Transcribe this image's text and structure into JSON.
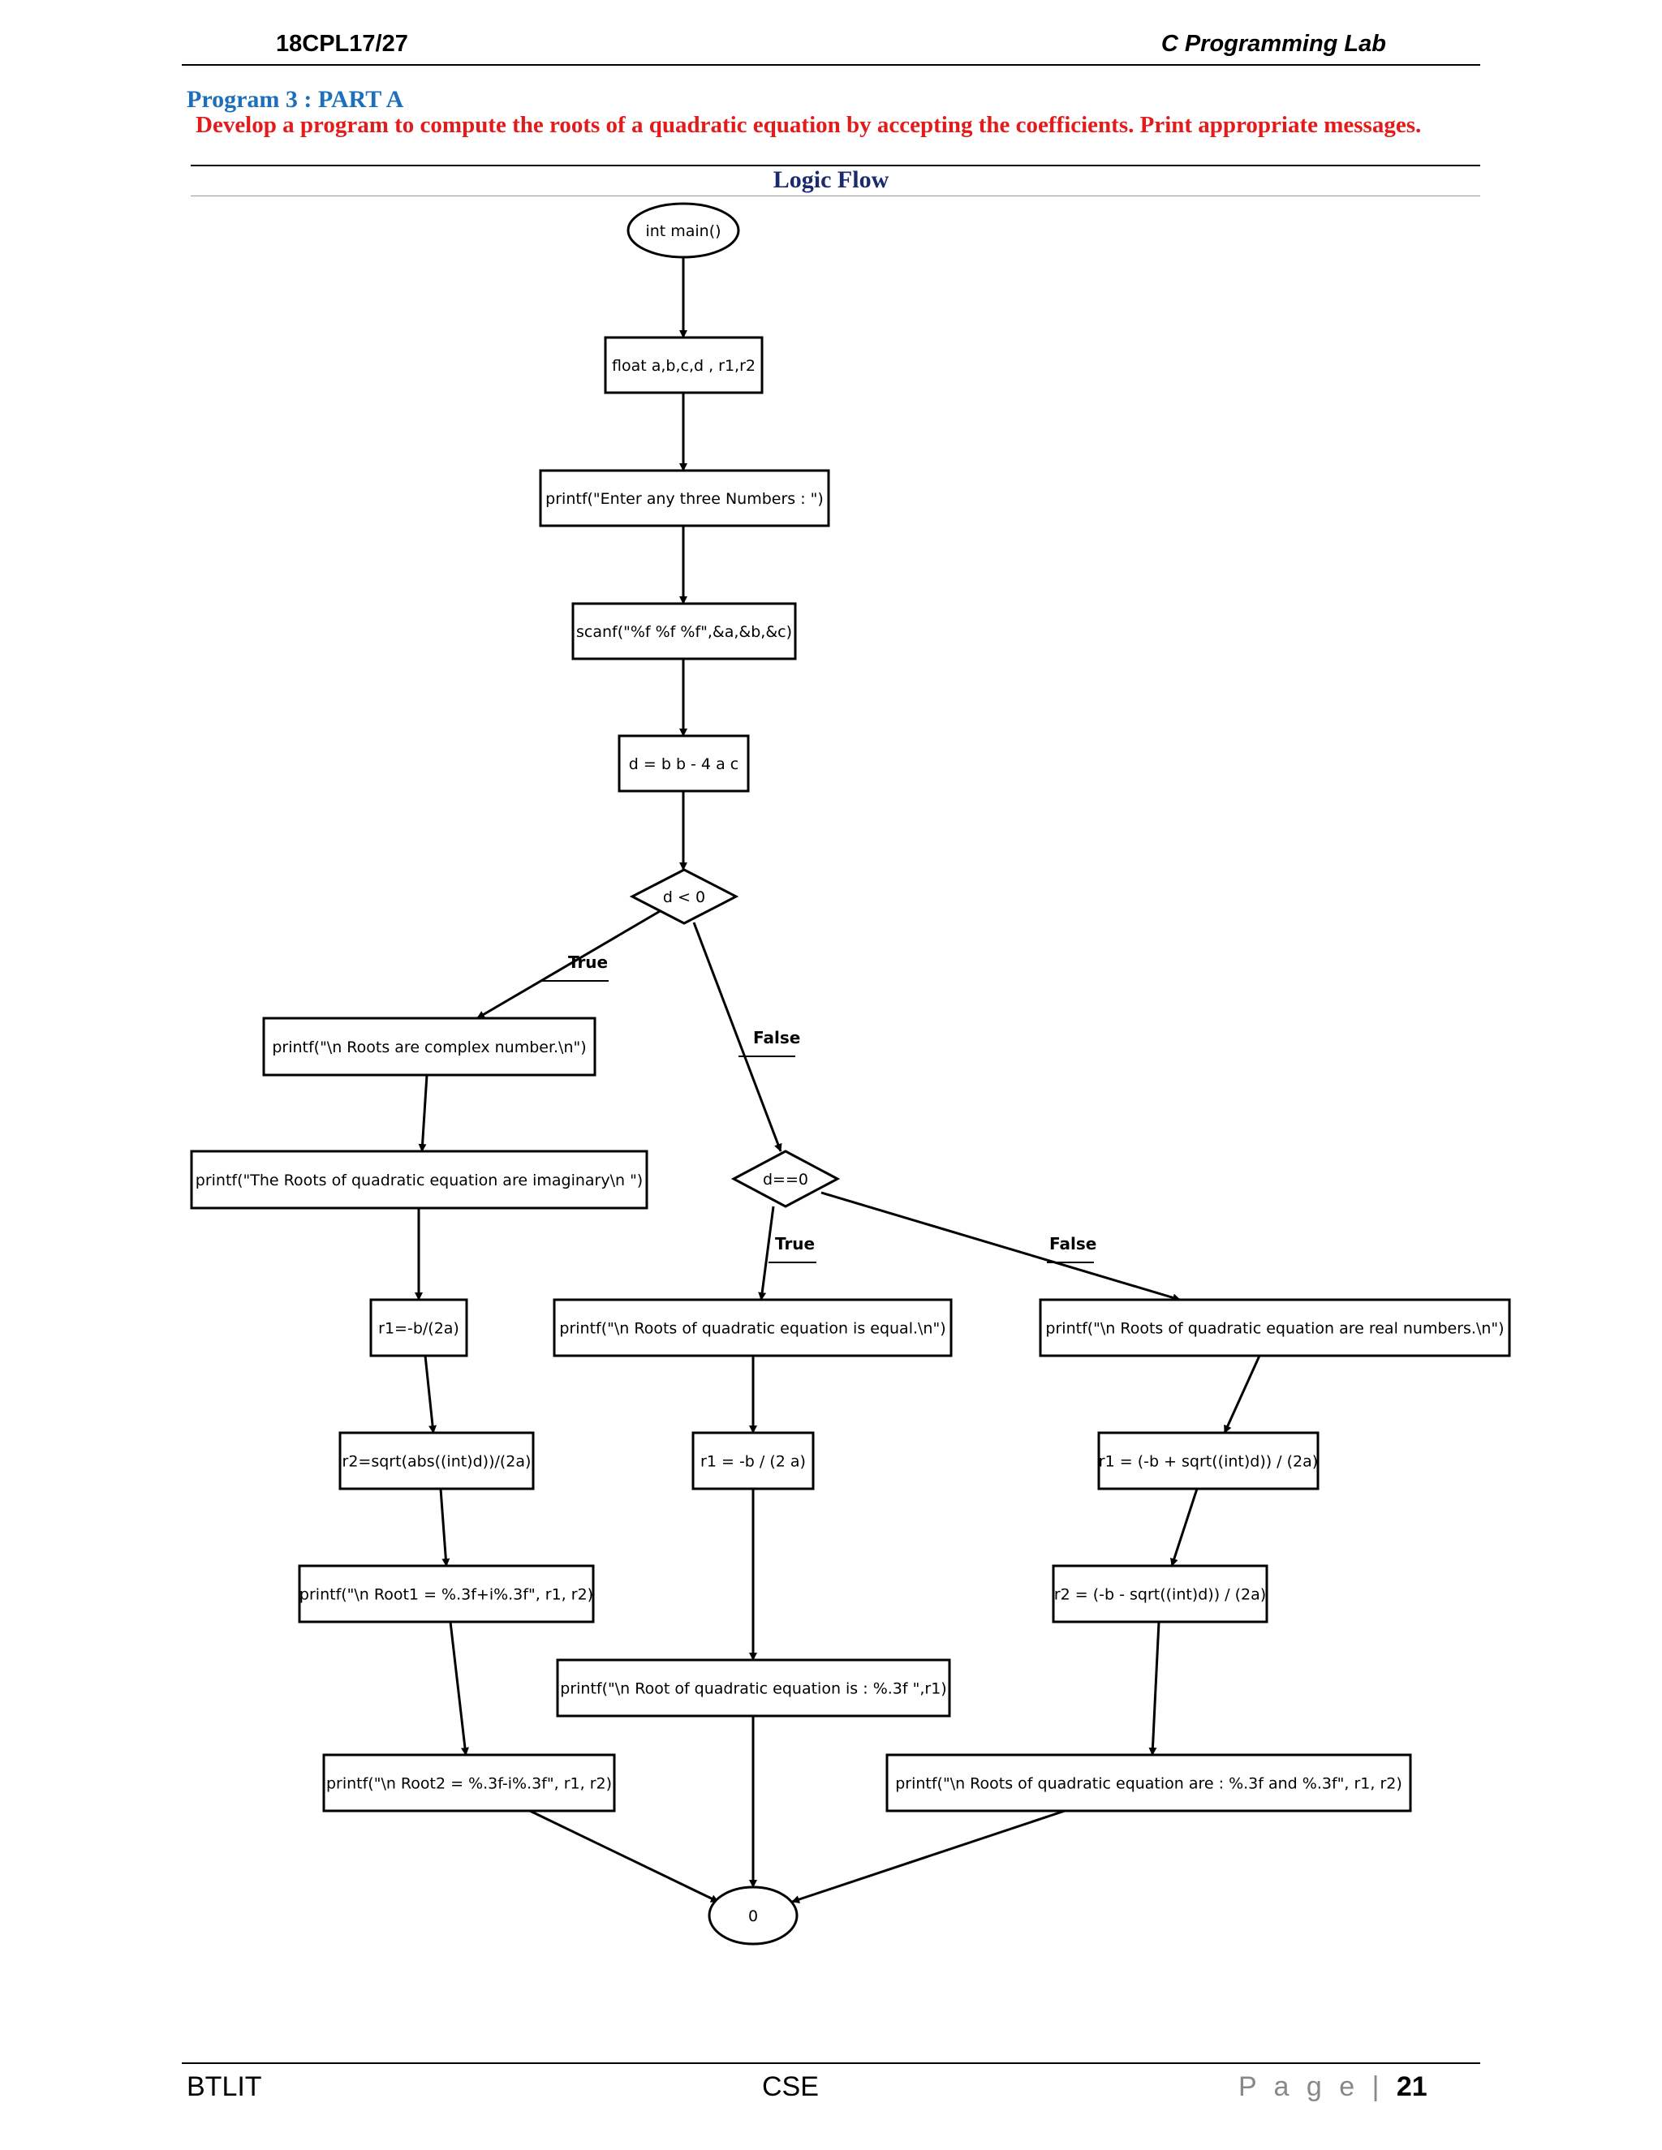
{
  "header": {
    "left": "18CPL17/27",
    "right": "C Programming Lab"
  },
  "program": {
    "title": "Program 3 : PART A",
    "description": "Develop a program to compute the roots of a quadratic equation by accepting the coefficients. Print appropriate messages."
  },
  "section_title": "Logic Flow",
  "flowchart": {
    "nodes": {
      "start": "int main()",
      "declare": "float a,b,c,d , r1,r2",
      "prompt": "printf(\"Enter any three Numbers : \")",
      "scan": "scanf(\"%f %f %f\",&a,&b,&c)",
      "discriminant": "d = b  b - 4  a  c",
      "cond_negative": "d < 0",
      "complex_msg": "printf(\"\\n Roots are complex number.\\n\")",
      "imaginary_msg": "printf(\"The Roots of quadratic equation are imaginary\\n \")",
      "cond_zero": "d==0",
      "real_part": "r1=-b/(2a)",
      "imag_part": "r2=sqrt(abs((int)d))/(2a)",
      "print_root1_complex": "printf(\"\\n Root1 = %.3f+i%.3f\", r1, r2)",
      "print_root2_complex": "printf(\"\\n Root2 = %.3f-i%.3f\", r1, r2)",
      "equal_msg": "printf(\"\\n Roots of quadratic equation is equal.\\n\")",
      "equal_root": "r1 = -b / (2  a)",
      "print_equal_root": "printf(\"\\n Root of quadratic equation is : %.3f \",r1)",
      "real_msg": "printf(\"\\n Roots of quadratic equation are real numbers.\\n\")",
      "real_root1": "r1 = (-b + sqrt((int)d)) / (2a)",
      "real_root2": "r2 = (-b - sqrt((int)d)) / (2a)",
      "print_real_roots": "printf(\"\\n Roots of quadratic equation are : %.3f   and   %.3f\", r1, r2)",
      "end": "0"
    },
    "edge_labels": {
      "neg_true": "True",
      "neg_false": "False",
      "zero_true": "True",
      "zero_false": "False"
    }
  },
  "footer": {
    "left": "BTLIT",
    "center": "CSE",
    "page_label": "P a g e",
    "page_number": "21"
  }
}
